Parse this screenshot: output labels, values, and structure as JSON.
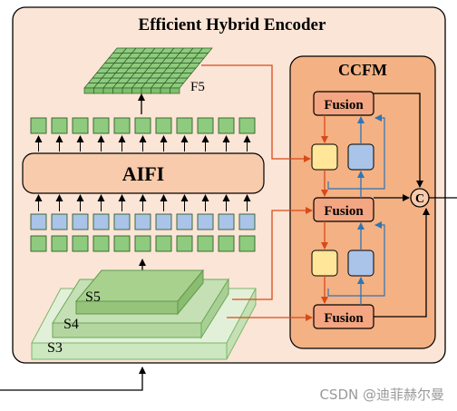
{
  "encoder_title": "Efficient Hybrid Encoder",
  "ccfm_title": "CCFM",
  "aifi_label": "AIFI",
  "f5_label": "F5",
  "scale_labels": {
    "s5": "S5",
    "s4": "S4",
    "s3": "S3"
  },
  "fusion_labels": {
    "top": "Fusion",
    "middle": "Fusion",
    "bottom": "Fusion"
  },
  "concat_symbol": "C",
  "watermark": "CSDN @迪菲赫尔曼",
  "colors": {
    "encoder_bg": "#fbe5d6",
    "ccfm_bg": "#f4b183",
    "fusion_fill": "#f4a582",
    "green_cell": "#8fcb7e",
    "blue_cell": "#a9c4e8",
    "yellow_block": "#ffe699",
    "red_arrow": "#d84a1b",
    "blue_arrow": "#2e75b6"
  }
}
